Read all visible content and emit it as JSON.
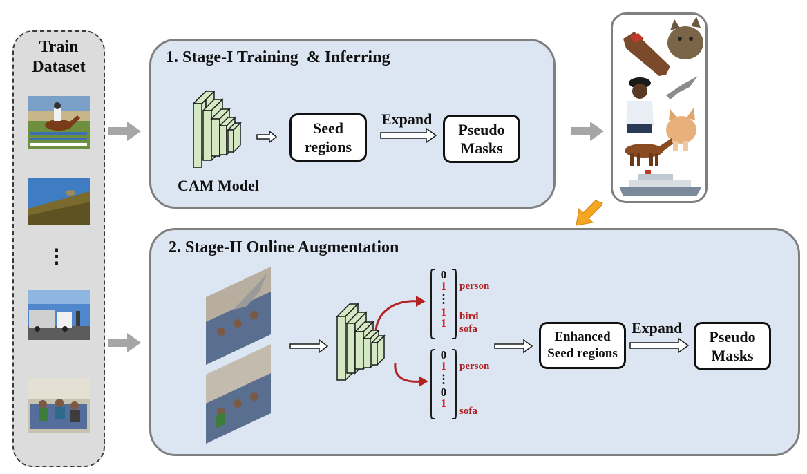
{
  "dataset": {
    "title_line1": "Train",
    "title_line2": "Dataset",
    "ellipsis": "⋮"
  },
  "stage1": {
    "title": "1. Stage-I Training  & Inferring",
    "model_label": "CAM Model",
    "seed_line1": "Seed",
    "seed_line2": "regions",
    "expand_label": "Expand",
    "pseudo_line1": "Pseudo",
    "pseudo_line2": "Masks"
  },
  "stage2": {
    "title": "2. Stage-II Online Augmentation",
    "vector1": {
      "top": "0",
      "v1": "1",
      "dots": "⋮",
      "v2": "1",
      "v3": "1"
    },
    "vector2": {
      "top": "0",
      "v1": "1",
      "dots": "⋮",
      "v2": "0",
      "v3": "1"
    },
    "classes1": [
      "person",
      "bird",
      "sofa"
    ],
    "classes2": [
      "person",
      "sofa"
    ],
    "enhanced_line1": "Enhanced",
    "enhanced_line2": "Seed regions",
    "expand_label": "Expand",
    "pseudo_line1": "Pseudo",
    "pseudo_line2": "Masks"
  },
  "colors": {
    "panel_fill": "#dce6f2",
    "panel_border": "#7f7f7f",
    "cube_fill": "#d5e8c4",
    "gray_arrow": "#a6a6a6",
    "orange_arrow": "#f5a623",
    "red_arrow": "#b22222",
    "red_digit": "#e31b1b"
  },
  "icons": {
    "gray-arrow": "block arrow right",
    "orange-arrow": "block arrow down-left",
    "cam-model": "stacked green cuboids"
  }
}
